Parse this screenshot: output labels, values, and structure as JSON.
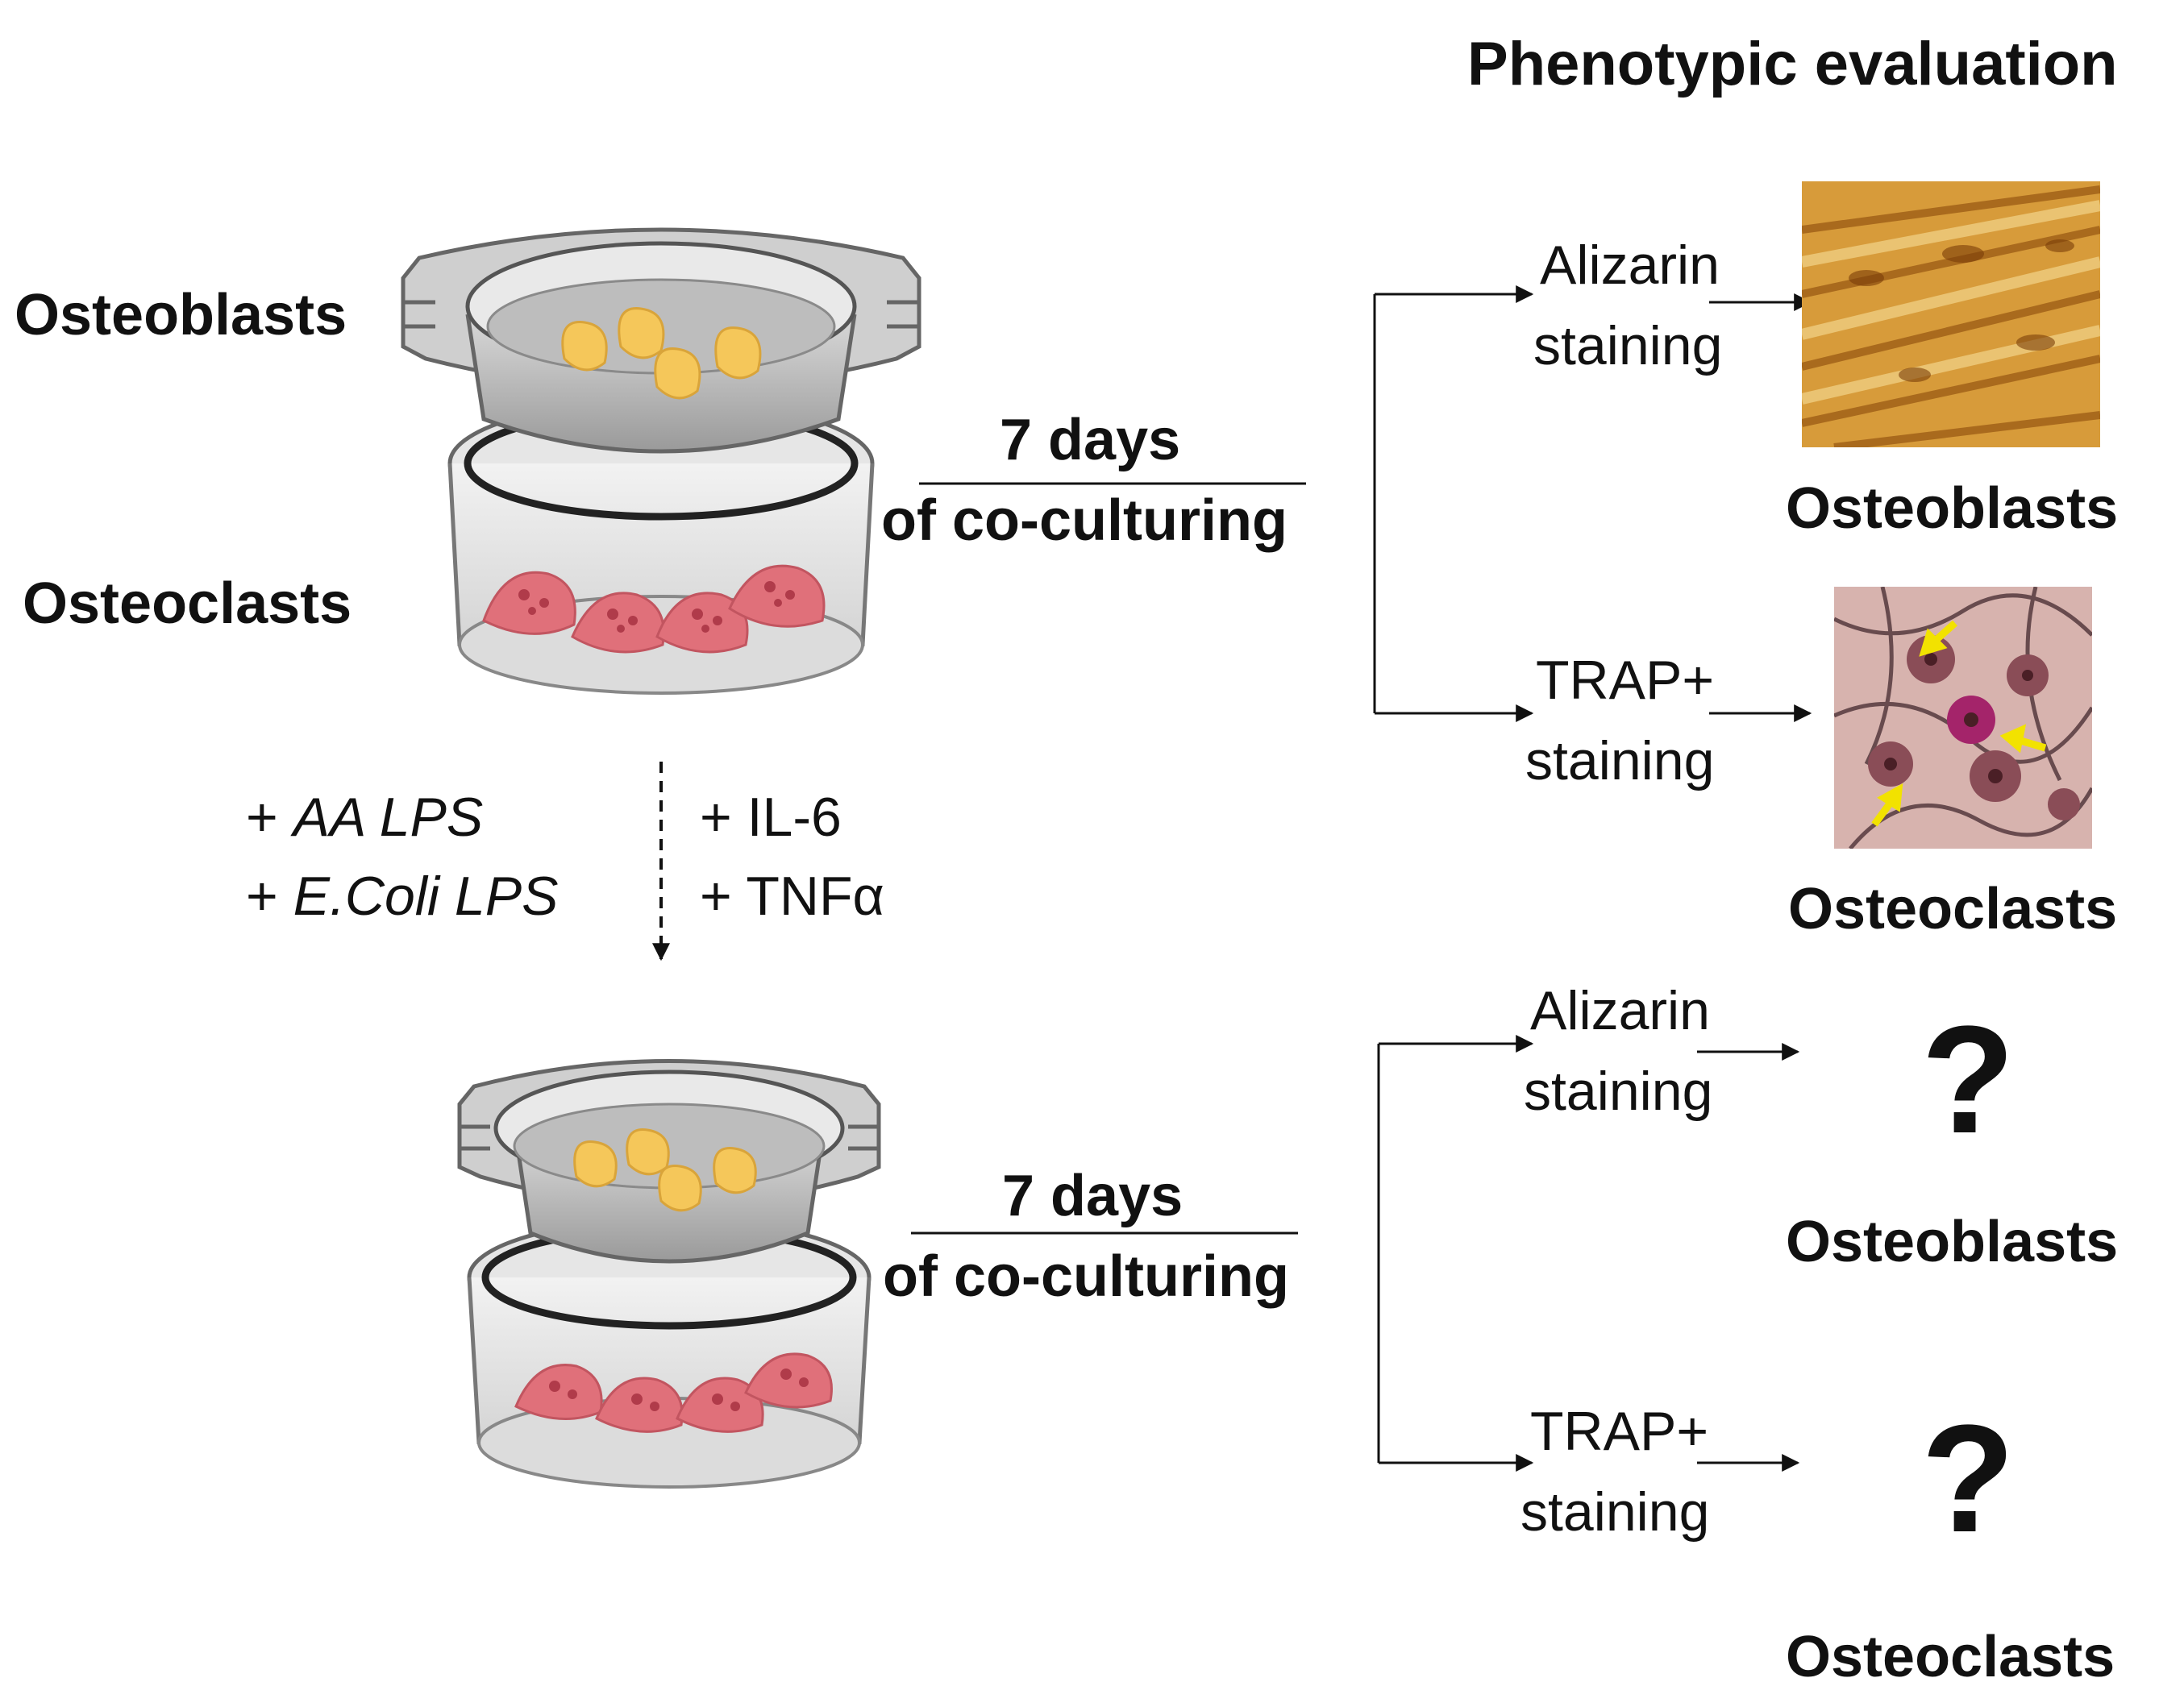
{
  "header": {
    "title": "Phenotypic evaluation"
  },
  "left_labels": {
    "osteoblasts": "Osteoblasts",
    "osteoclasts": "Osteoclasts"
  },
  "treatments": {
    "left": [
      {
        "prefix": "+ ",
        "name": "AA LPS"
      },
      {
        "prefix": "+ ",
        "name": "E.Coli LPS"
      }
    ],
    "right": [
      "+ IL-6",
      "+ TNFα"
    ]
  },
  "top_row": {
    "duration": "7 days",
    "process": "of co-culturing",
    "branches": [
      {
        "stain_line1": "Alizarin",
        "stain_line2": "staining",
        "cell": "Osteoblasts"
      },
      {
        "stain_line1": "TRAP+",
        "stain_line2": "staining",
        "cell": "Osteoclasts"
      }
    ]
  },
  "bottom_row": {
    "duration": "7 days",
    "process": "of co-culturing",
    "branches": [
      {
        "stain_line1": "Alizarin",
        "stain_line2": "staining",
        "result": "?",
        "cell": "Osteoblasts"
      },
      {
        "stain_line1": "TRAP+",
        "stain_line2": "staining",
        "result": "?",
        "cell": "Osteoclasts"
      }
    ]
  },
  "colors": {
    "text": "#111111",
    "osteoblast_cell": "#f5c75a",
    "osteoclast_cell": "#e0707a",
    "arrow_annotation": "#f2e200",
    "alizarin_stain": "#c88a2a",
    "trap_stain": "#b98a8c"
  }
}
